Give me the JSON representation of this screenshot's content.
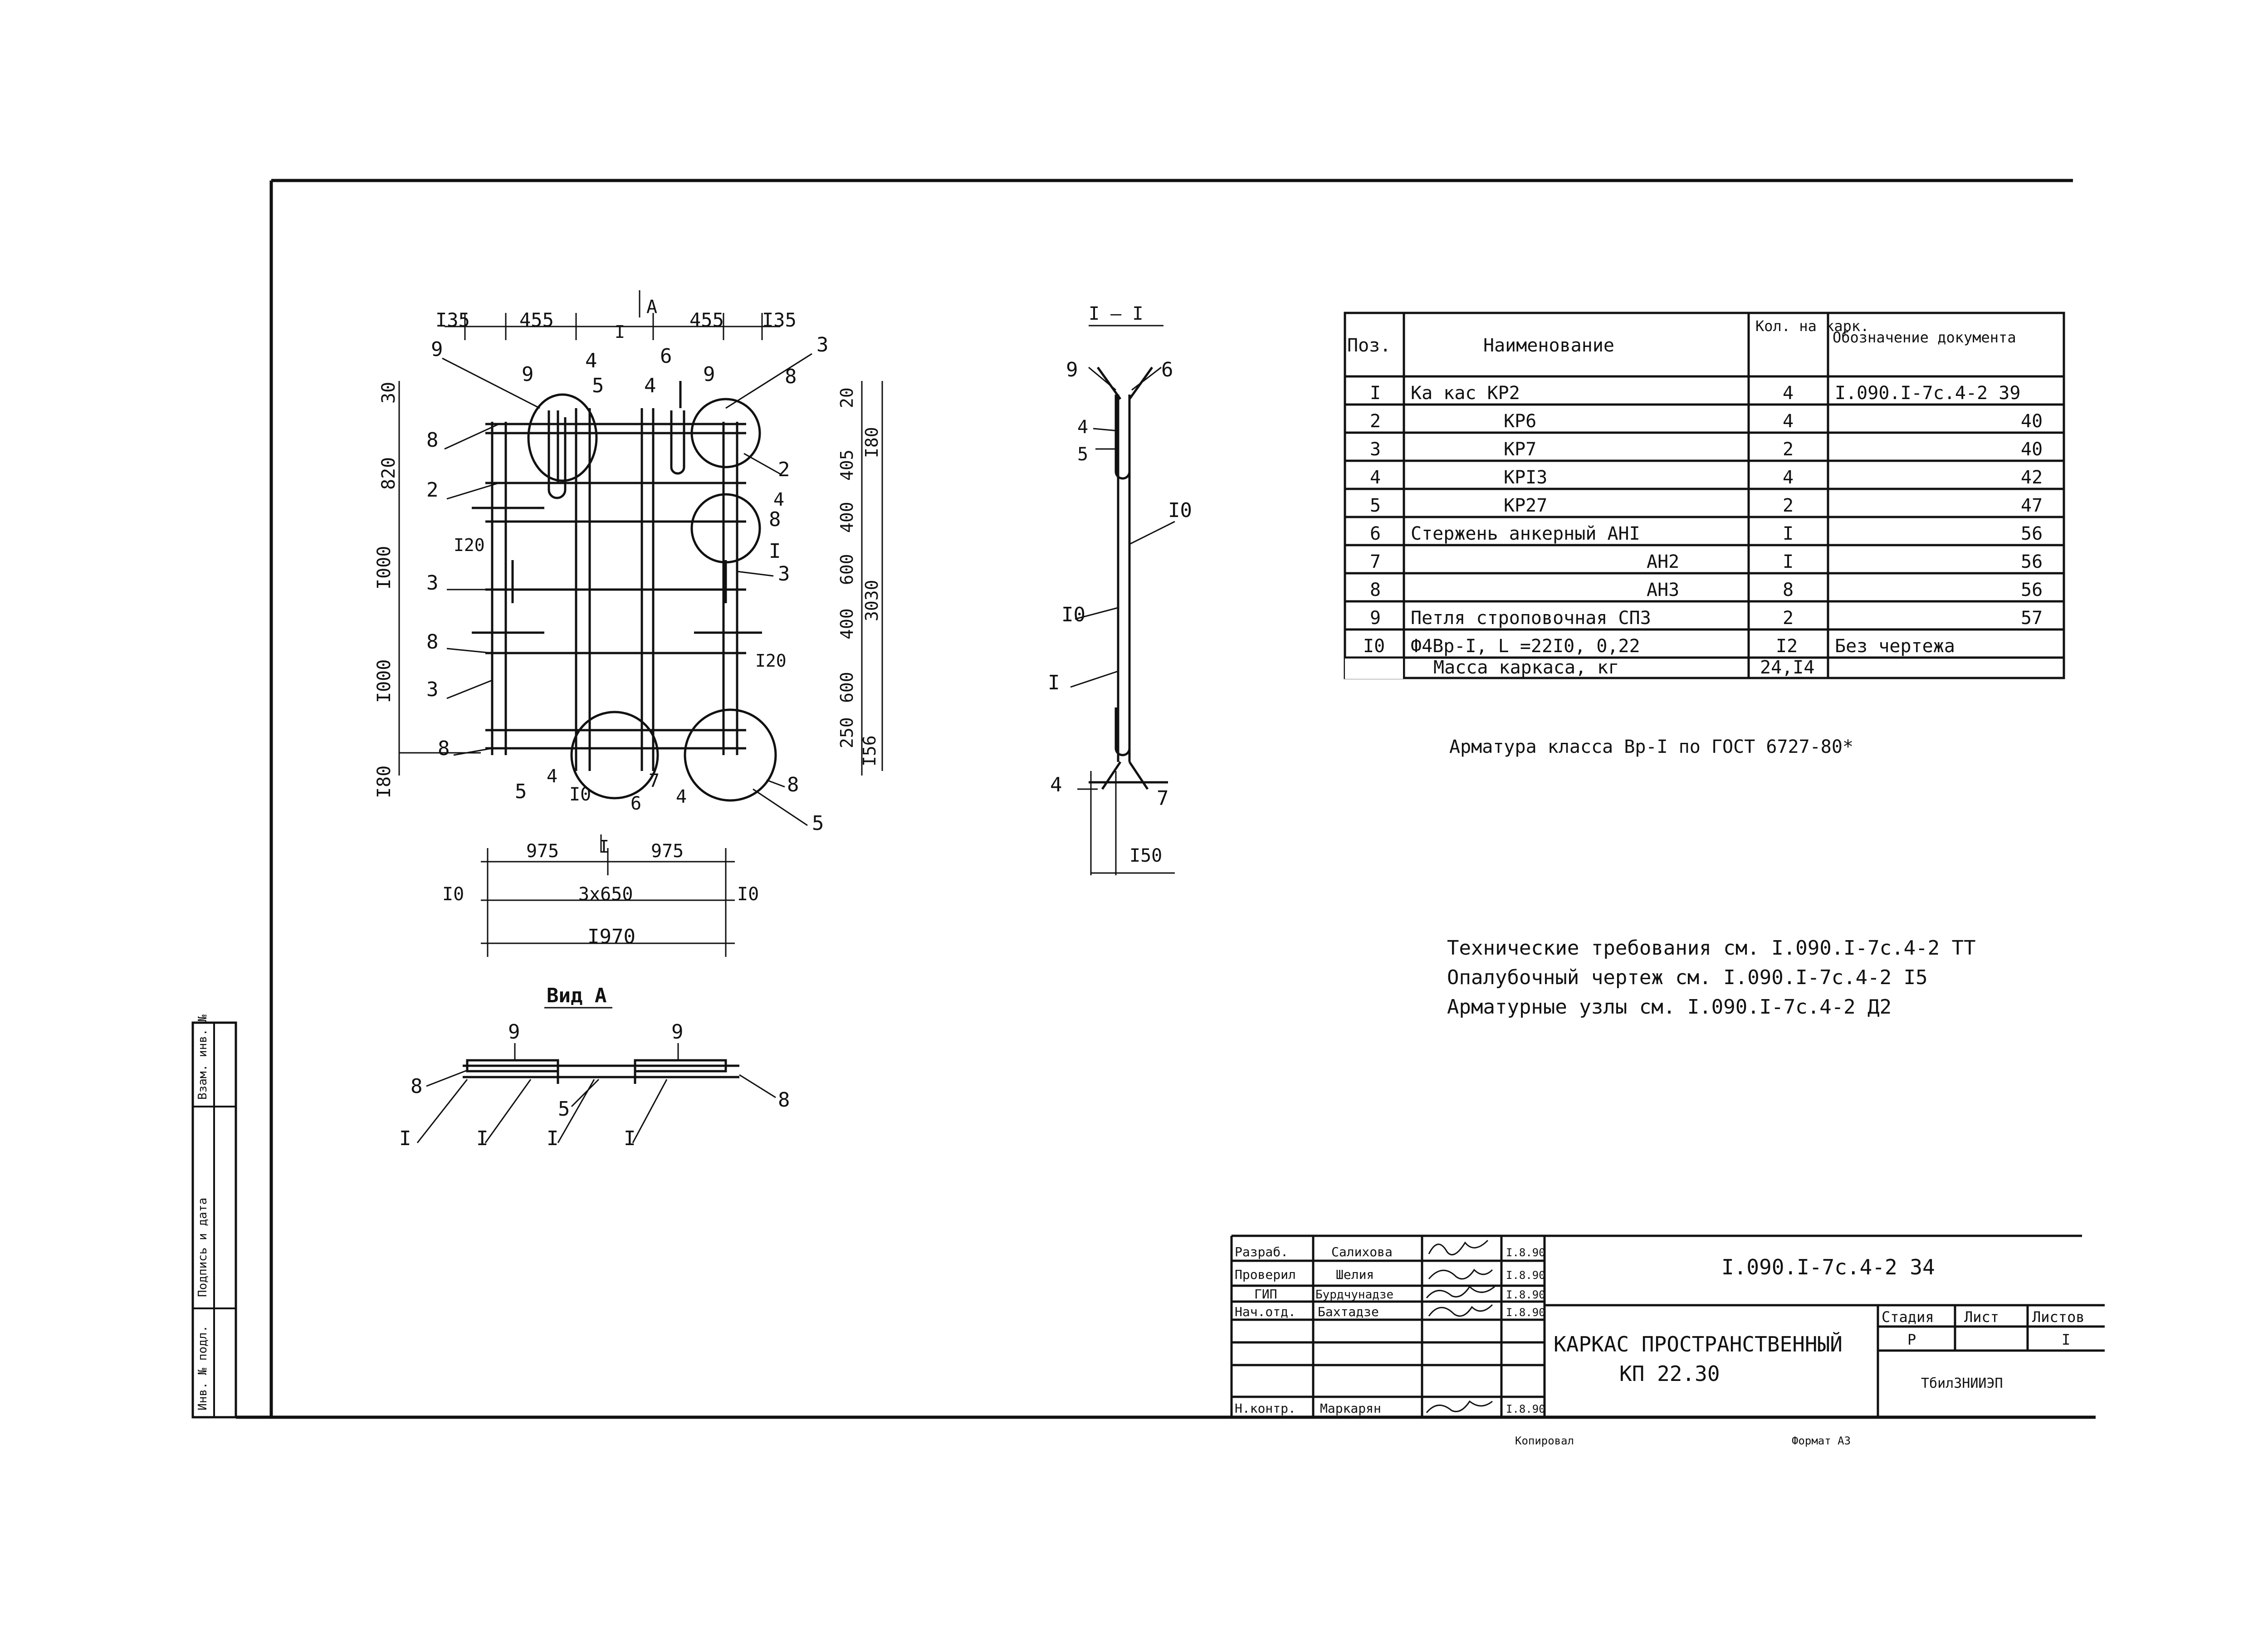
{
  "plan": {
    "section_marker": "I",
    "view_arrow": "A",
    "dims_top": [
      "I35",
      "455",
      "455",
      "I35"
    ],
    "dims_left": [
      "30",
      "820",
      "I000",
      "I000",
      "I80"
    ],
    "dims_right": [
      "20",
      "405",
      "400",
      "600",
      "400",
      "600",
      "250",
      "I56"
    ],
    "dims_right_total": [
      "I80",
      "3030"
    ],
    "dims_bottom": [
      "975",
      "975"
    ],
    "dims_bottom_pitch": "3x650",
    "dims_bottom_edges": [
      "I0",
      "I0"
    ],
    "dims_bottom_total": "I970",
    "inner_120": [
      "I20",
      "I20"
    ],
    "callouts": [
      "9",
      "9",
      "4",
      "5",
      "4",
      "6",
      "9",
      "8",
      "3",
      "8",
      "2",
      "2",
      "8",
      "4",
      "3",
      "I",
      "3",
      "8",
      "3",
      "8",
      "5",
      "4",
      "I0",
      "6",
      "7",
      "4",
      "8",
      "5"
    ]
  },
  "section": {
    "title": "I – I",
    "labels": [
      "9",
      "6",
      "4",
      "5",
      "I0",
      "I0",
      "I",
      "4",
      "7"
    ],
    "dim": "I50"
  },
  "view_a": {
    "title": "Вид А",
    "labels": [
      "9",
      "9",
      "8",
      "5",
      "8",
      "I",
      "I",
      "I",
      "I"
    ]
  },
  "spec": {
    "headers": [
      "Поз.",
      "Наименование",
      "Кол. на карк.",
      "Обозначение документа"
    ],
    "rows": [
      {
        "pos": "I",
        "name": "Ка кас КР2",
        "qty": "4",
        "doc": "I.090.I-7с.4-2 39"
      },
      {
        "pos": "2",
        "name": "КР6",
        "qty": "4",
        "doc": "40"
      },
      {
        "pos": "3",
        "name": "КР7",
        "qty": "2",
        "doc": "40"
      },
      {
        "pos": "4",
        "name": "КРI3",
        "qty": "4",
        "doc": "42"
      },
      {
        "pos": "5",
        "name": "КР27",
        "qty": "2",
        "doc": "47"
      },
      {
        "pos": "6",
        "name": "Стержень анкерный  АНI",
        "qty": "I",
        "doc": "56"
      },
      {
        "pos": "7",
        "name": "АН2",
        "qty": "I",
        "doc": "56"
      },
      {
        "pos": "8",
        "name": "АН3",
        "qty": "8",
        "doc": "56"
      },
      {
        "pos": "9",
        "name": "Петля строповочная СП3",
        "qty": "2",
        "doc": "57"
      },
      {
        "pos": "I0",
        "name": "Ф4Вр-I, L =22I0, 0,22",
        "qty": "I2",
        "doc": "Без чертежа"
      }
    ],
    "mass_label": "Масса каркаса, кг",
    "mass_value": "24,I4"
  },
  "notes": {
    "armature": "Арматура класса Вр-I по ГОСТ 6727-80*",
    "lines": [
      "Технические требования см. I.090.I-7с.4-2 ТТ",
      "Опалубочный чертеж см. I.090.I-7с.4-2 I5",
      "Арматурные узлы см. I.090.I-7с.4-2 Д2"
    ]
  },
  "stamp": {
    "roles": [
      "Разраб.",
      "Проверил",
      "ГИП",
      "Нач.отд.",
      "",
      "",
      "Н.контр."
    ],
    "names": [
      "Салихова",
      "Шелия",
      "Бурдчунадзе",
      "Бахтадзе",
      "",
      "",
      "Маркарян"
    ],
    "dates": [
      "I.8.90",
      "I.8.90",
      "I.8.90",
      "I.8.90",
      "",
      "",
      "I.8.90"
    ],
    "code": "I.090.I-7с.4-2 34",
    "title1": "КАРКАС ПРОСТРАНСТВЕННЫЙ",
    "title2": "КП 22.30",
    "stage_h": "Стадия",
    "sheet_h": "Лист",
    "sheets_h": "Листов",
    "stage": "Р",
    "sheets": "I",
    "org": "ТбилЗНИИЭП",
    "copied": "Копировал",
    "format": "Формат А3"
  },
  "side_stamp": [
    "Инв. № подл.",
    "Подпись и дата",
    "Взам. инв. №"
  ]
}
